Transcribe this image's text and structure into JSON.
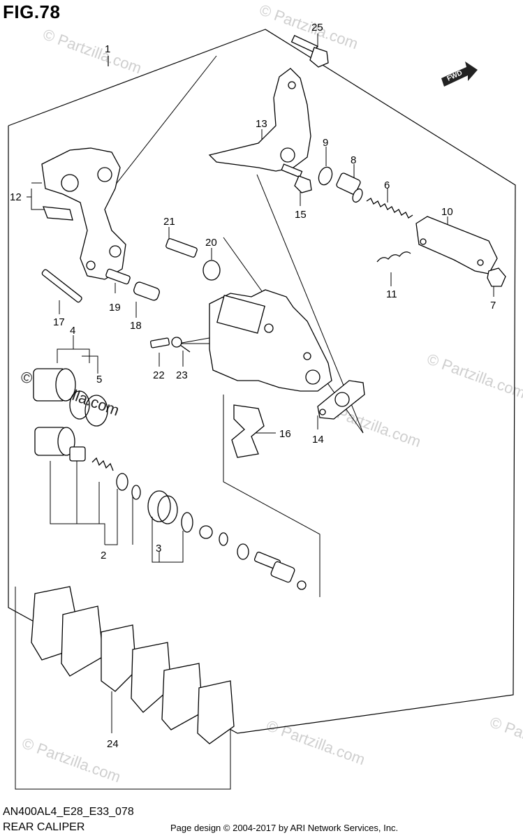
{
  "figure": {
    "title": "FIG.78"
  },
  "footer": {
    "model_code": "AN400AL4_E28_E33_078",
    "section_name": "REAR CALIPER",
    "credit": "Page design © 2004-2017 by ARI Network Services, Inc."
  },
  "direction_badge": {
    "label": "FWD"
  },
  "watermark": {
    "text": "© Partzilla.com"
  },
  "callouts": {
    "c1": "1",
    "c2": "2",
    "c3": "3",
    "c4": "4",
    "c5": "5",
    "c6": "6",
    "c7": "7",
    "c8": "8",
    "c9": "9",
    "c10": "10",
    "c11": "11",
    "c12": "12",
    "c13": "13",
    "c14": "14",
    "c15": "15",
    "c16": "16",
    "c17": "17",
    "c18": "18",
    "c19": "19",
    "c20": "20",
    "c21": "21",
    "c22": "22",
    "c23": "23",
    "c24": "24",
    "c25": "25"
  }
}
